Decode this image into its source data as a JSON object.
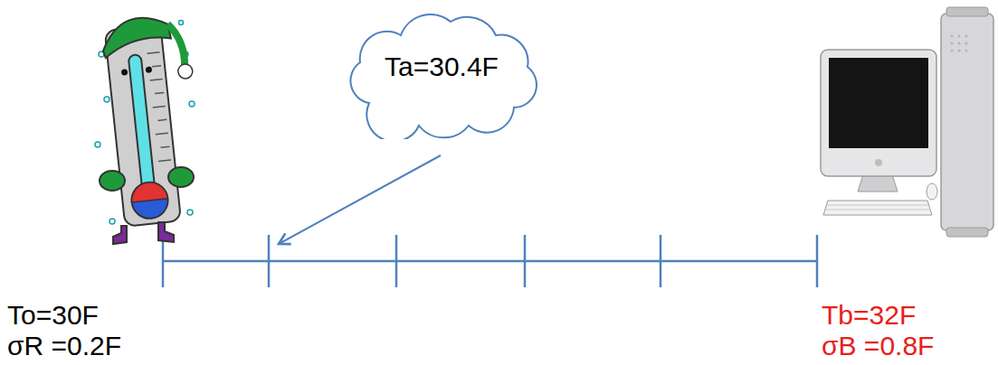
{
  "diagram": {
    "nodes": [
      {
        "text": [
          "Ta=30.4F"
        ]
      }
    ],
    "labels": [
      "To=30F",
      "σR =0.2F",
      "Tb=32F",
      "σB =0.8F"
    ]
  }
}
